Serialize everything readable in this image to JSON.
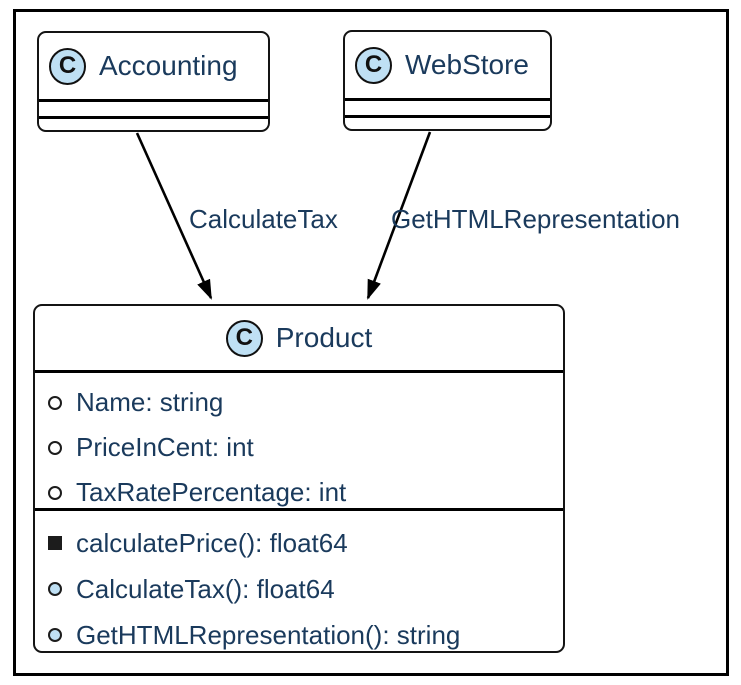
{
  "colors": {
    "badge_fill": "#bfe0f4",
    "text": "#1a3a5c",
    "line": "#000000"
  },
  "classes": {
    "accounting": {
      "badge": "C",
      "name": "Accounting"
    },
    "webstore": {
      "badge": "C",
      "name": "WebStore"
    },
    "product": {
      "badge": "C",
      "name": "Product",
      "attributes": [
        {
          "icon": "circle-hollow",
          "text": "Name: string"
        },
        {
          "icon": "circle-hollow",
          "text": "PriceInCent: int"
        },
        {
          "icon": "circle-hollow",
          "text": "TaxRatePercentage: int"
        }
      ],
      "methods": [
        {
          "icon": "square-filled",
          "text": "calculatePrice(): float64"
        },
        {
          "icon": "circle-filled",
          "text": "CalculateTax(): float64"
        },
        {
          "icon": "circle-filled",
          "text": "GetHTMLRepresentation(): string"
        }
      ]
    }
  },
  "edges": [
    {
      "from": "Accounting",
      "to": "Product",
      "label": "CalculateTax"
    },
    {
      "from": "WebStore",
      "to": "Product",
      "label": "GetHTMLRepresentation"
    }
  ]
}
